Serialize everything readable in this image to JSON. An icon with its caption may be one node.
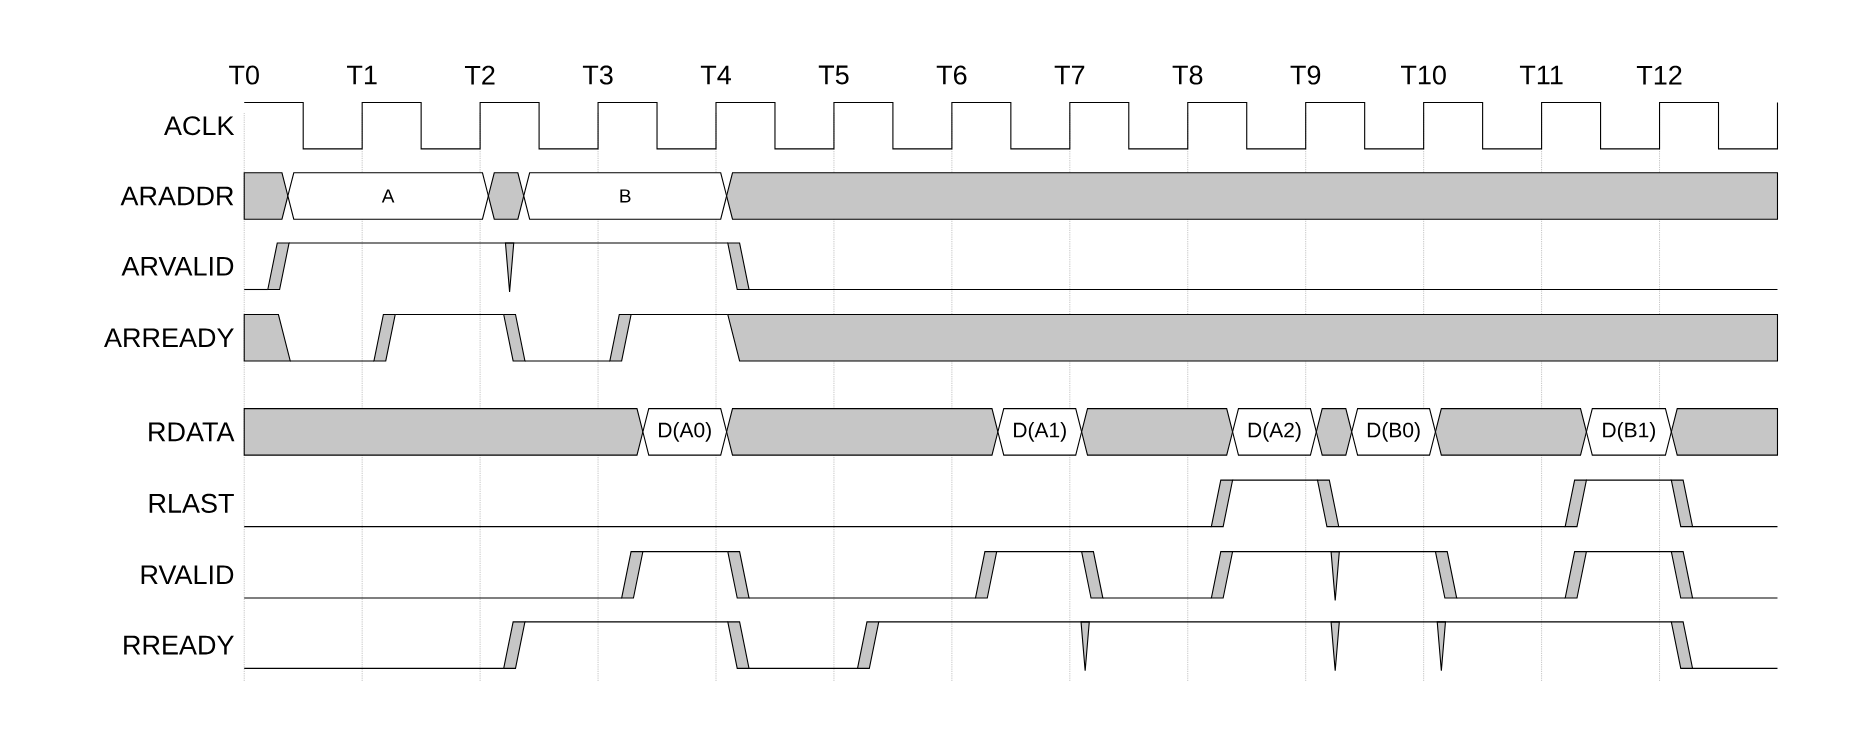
{
  "diagram": {
    "labels": [
      "T0",
      "T1",
      "T2",
      "T3",
      "T4",
      "T5",
      "T6",
      "T7",
      "T8",
      "T9",
      "T10",
      "T11",
      "T12",
      "ACLK",
      "ARADDR",
      "A",
      "B",
      "ARVALID",
      "ARREADY",
      "RDATA",
      "D(A0)",
      "D(A1)",
      "D(A2)",
      "D(B0)",
      "D(B1)",
      "RLAST",
      "RVALID",
      "RREADY"
    ]
  }
}
